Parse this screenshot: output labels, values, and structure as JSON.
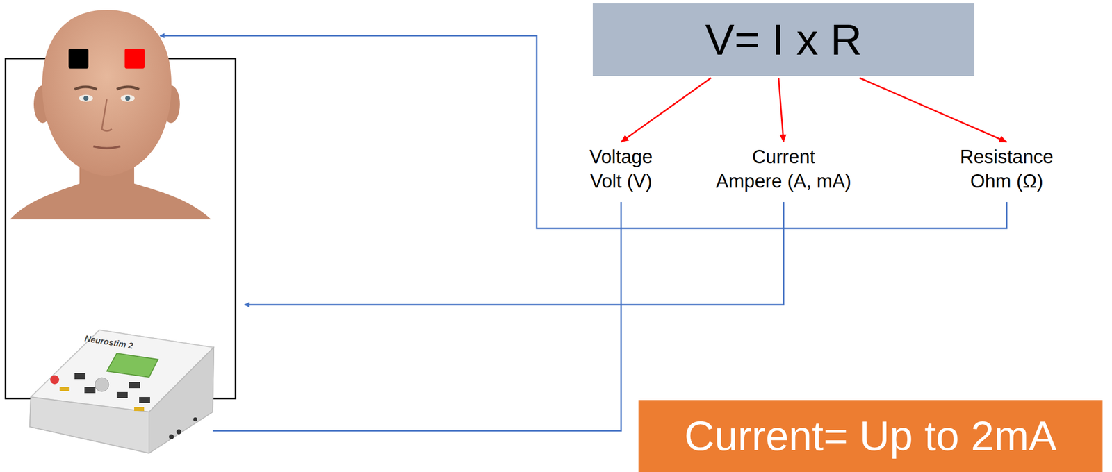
{
  "diagram": {
    "nodes": [
      {
        "text": [
          "V= I x R"
        ]
      },
      {
        "text": [
          "Voltage",
          "Volt (V)"
        ]
      },
      {
        "text": [
          "Current",
          "Ampere (A, mA)"
        ]
      },
      {
        "text": [
          "Resistance",
          "Ohm (Ω)"
        ]
      },
      {
        "text": [
          "Current= Up to 2mA"
        ]
      }
    ],
    "edges": [
      {
        "from": 0,
        "to": 1,
        "arrow": "to"
      },
      {
        "from": 0,
        "to": 2,
        "arrow": "to"
      },
      {
        "from": 0,
        "to": 3,
        "arrow": "to"
      }
    ],
    "labels": [
      "Neurostim 2"
    ]
  }
}
